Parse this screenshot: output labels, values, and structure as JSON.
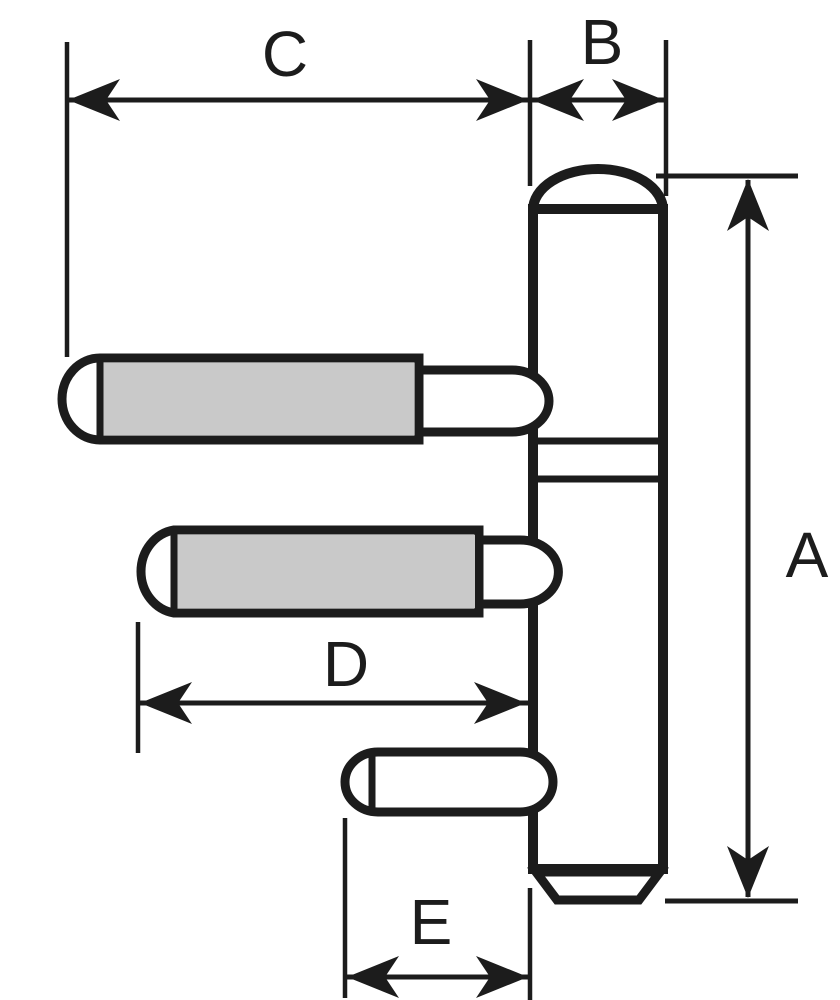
{
  "labels": {
    "a": "A",
    "b": "B",
    "c": "C",
    "d": "D",
    "e": "E"
  },
  "colors": {
    "line": "#1c1c1c",
    "metal_gray": "#c9c9c9",
    "background": "#ffffff"
  }
}
